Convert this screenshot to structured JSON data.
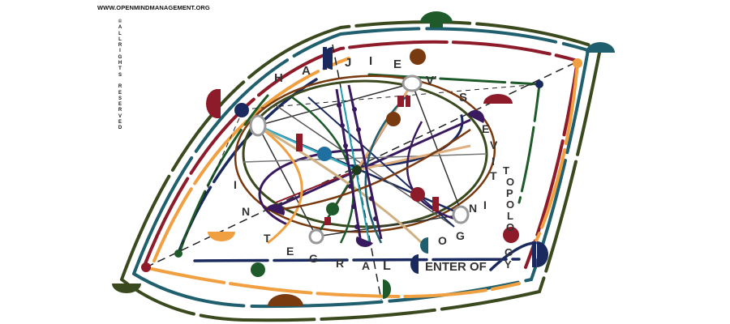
{
  "website": "WWW.OPENMINDMANAGEMENT.ORG",
  "rights_vertical": "©ALLRIGHTS RESERVED",
  "words": {
    "hajiev": [
      "H",
      "A",
      "J",
      "I",
      "E",
      "V'"
    ],
    "sevitit": [
      "S",
      "E",
      "V",
      "I",
      "T",
      "I"
    ],
    "topology": [
      "T",
      "O",
      "P",
      "O",
      "L",
      "O",
      "G",
      "Y"
    ],
    "integral": [
      "I",
      "N",
      "T",
      "E",
      "G",
      "R",
      "A",
      "L"
    ],
    "center_of": "ENTER OF",
    "nog": [
      "N",
      "O",
      "G"
    ]
  },
  "colors": {
    "navy": "#1b2a5e",
    "teal": "#1f5f6e",
    "maroon": "#8e1b2a",
    "olive": "#3b4a1e",
    "orange": "#f0a040",
    "darkgreen": "#1e5a2a",
    "brown": "#7a3a10",
    "purple": "#3a1a5e"
  }
}
